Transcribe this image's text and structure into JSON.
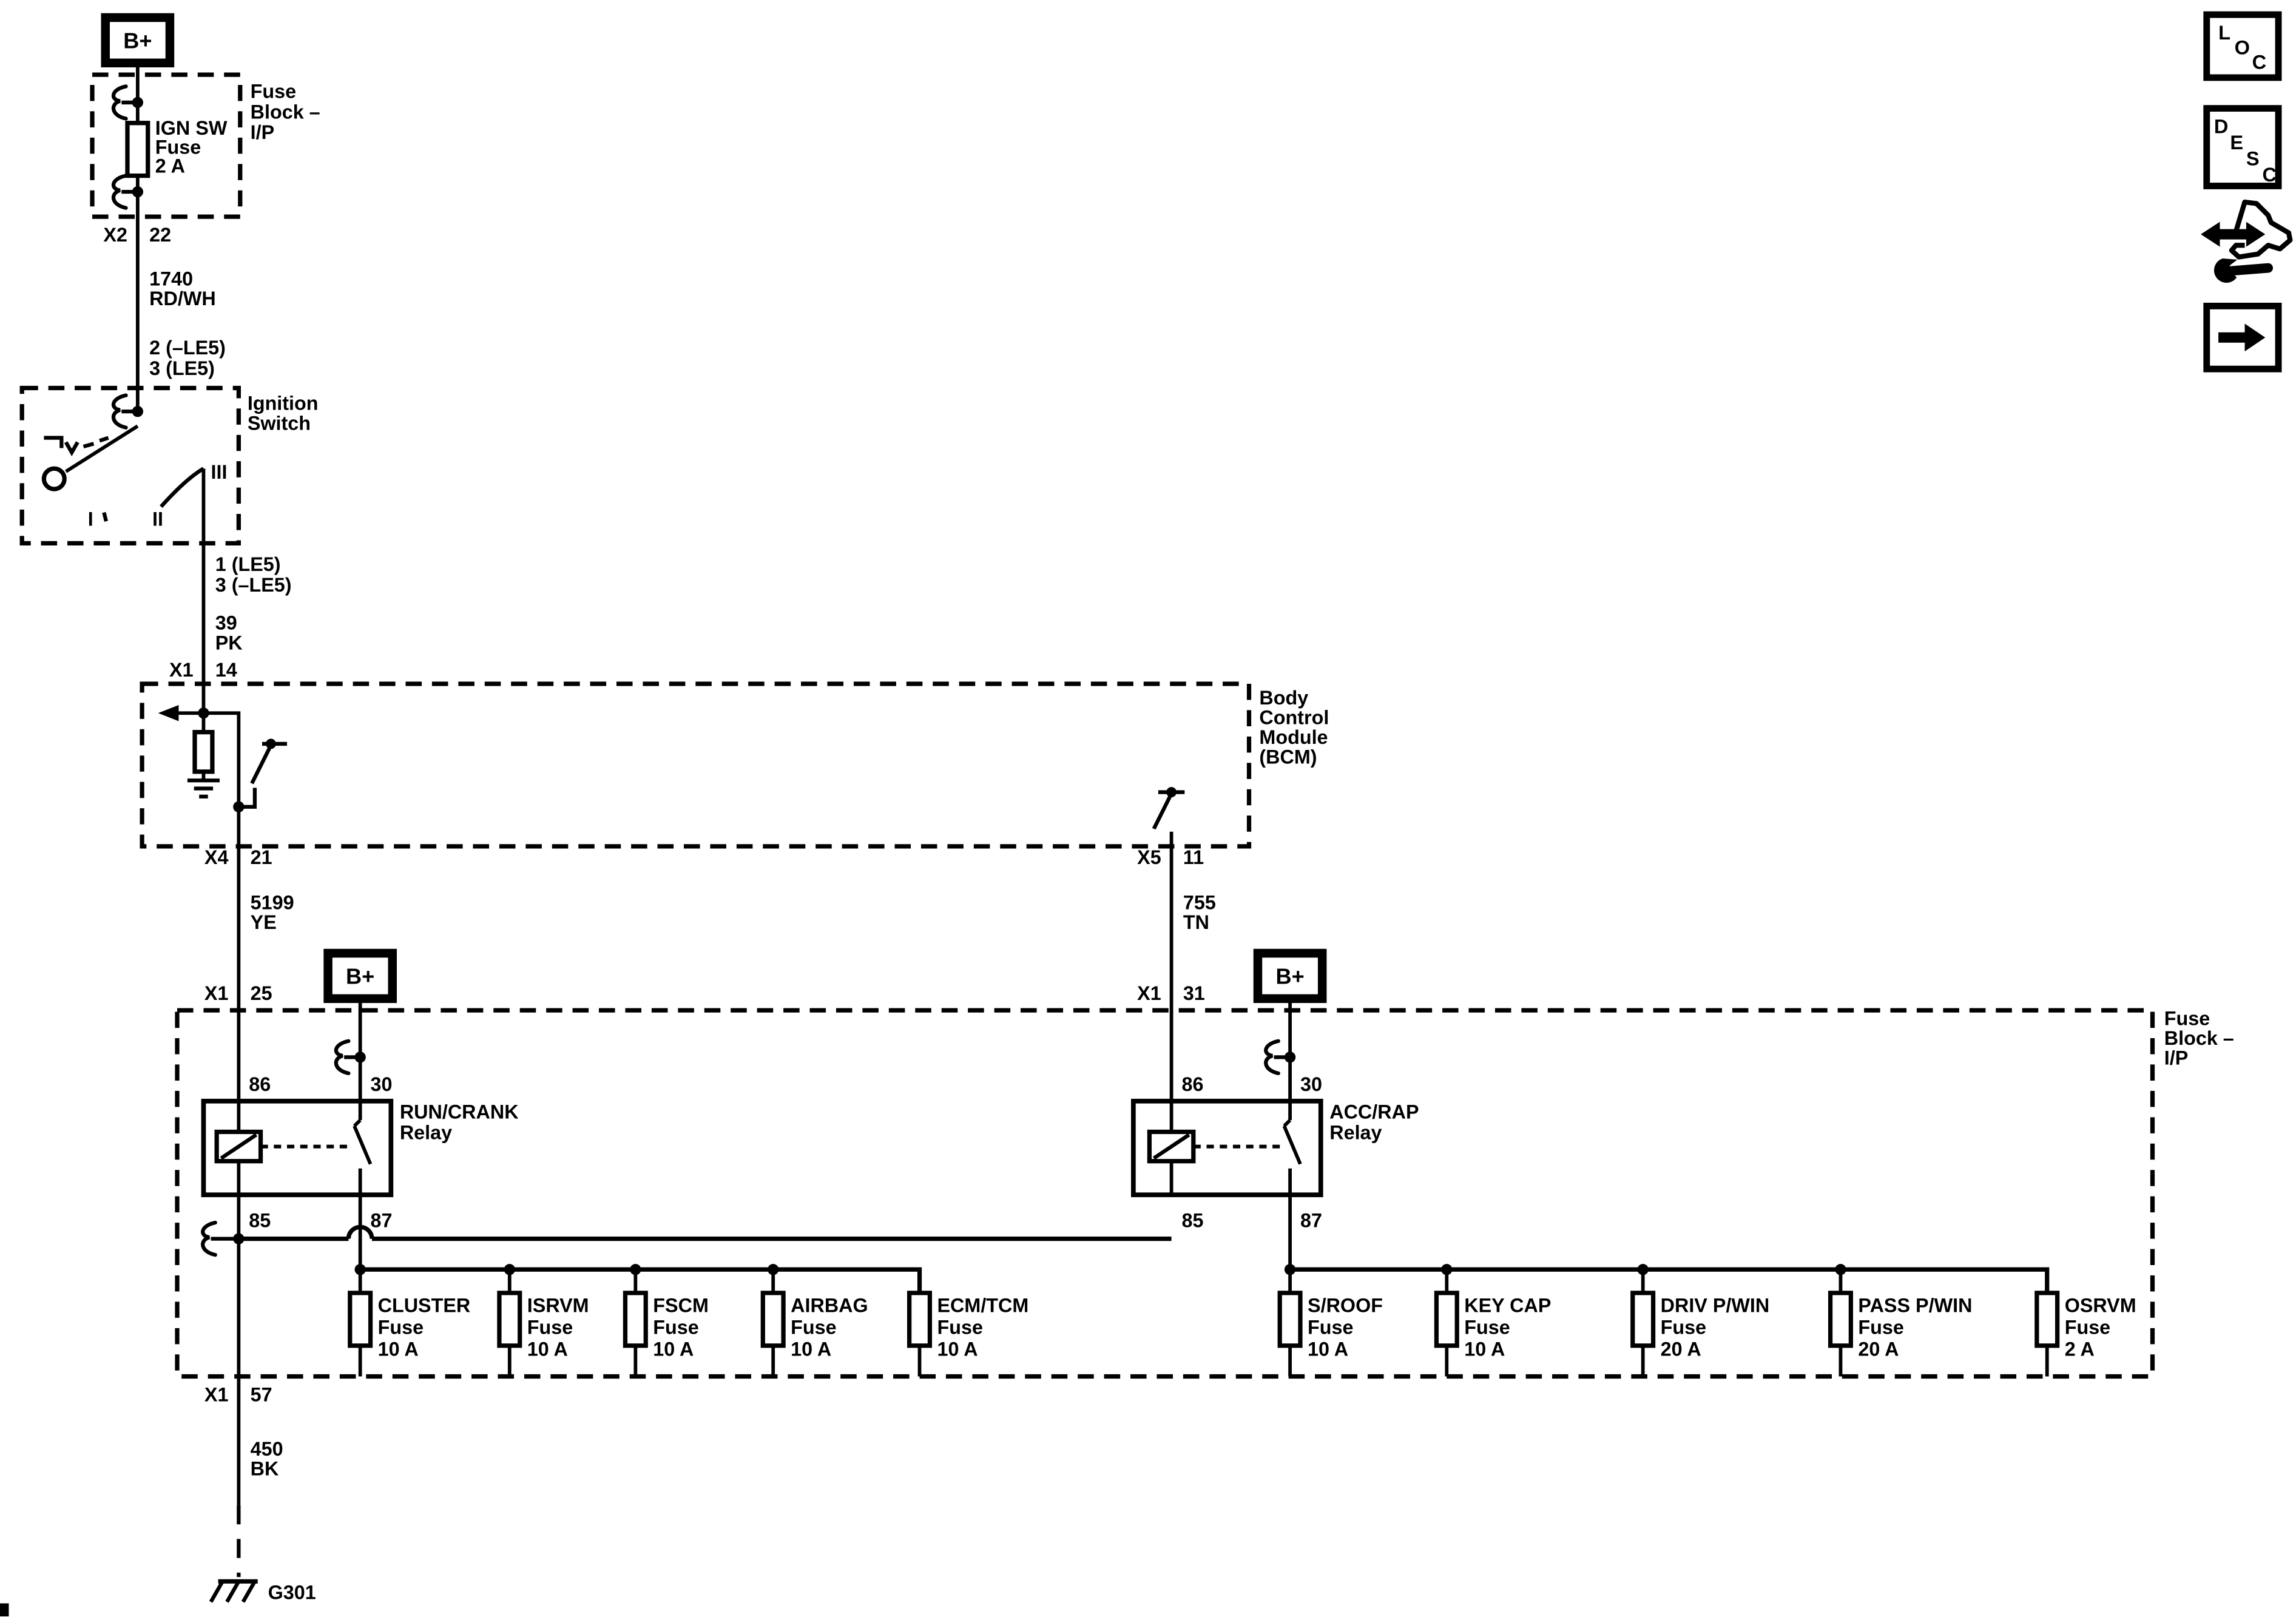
{
  "icons": {
    "loc": "LOC",
    "desc": "DESC"
  },
  "labels": {
    "b_plus": "B+",
    "fuse_block_ip": [
      "Fuse",
      "Block –",
      "I/P"
    ]
  },
  "fuse_block_top": {
    "fuse_name": "IGN SW",
    "fuse_word": "Fuse",
    "fuse_rating": "2 A",
    "connector": "X2",
    "pin": "22"
  },
  "wires": {
    "w1740": {
      "circuit": "1740",
      "color": "RD/WH"
    },
    "w39": {
      "circuit": "39",
      "color": "PK"
    },
    "w5199": {
      "circuit": "5199",
      "color": "YE"
    },
    "w755": {
      "circuit": "755",
      "color": "TN"
    },
    "w450": {
      "circuit": "450",
      "color": "BK"
    }
  },
  "notes": {
    "above_ign_1": "2 (–LE5)",
    "above_ign_2": "3 (LE5)",
    "below_ign_1": "1 (LE5)",
    "below_ign_2": "3 (–LE5)"
  },
  "ignition_switch": {
    "label": [
      "Ignition",
      "Switch"
    ],
    "pos1": "I",
    "pos2": "II",
    "pos3": "III"
  },
  "bcm": {
    "label": [
      "Body",
      "Control",
      "Module",
      "(BCM)"
    ],
    "conn_in": {
      "name": "X1",
      "pin": "14"
    },
    "conn_left": {
      "name": "X4",
      "pin": "21"
    },
    "conn_right": {
      "name": "X5",
      "pin": "11"
    }
  },
  "fuse_block_main": {
    "conn_left": {
      "name": "X1",
      "pin": "25"
    },
    "conn_right": {
      "name": "X1",
      "pin": "31"
    },
    "conn_gnd": {
      "name": "X1",
      "pin": "57"
    }
  },
  "relays": {
    "run_crank": {
      "name": "RUN/CRANK",
      "type": "Relay",
      "p86": "86",
      "p30": "30",
      "p85": "85",
      "p87": "87"
    },
    "acc_rap": {
      "name": "ACC/RAP",
      "type": "Relay",
      "p86": "86",
      "p30": "30",
      "p85": "85",
      "p87": "87"
    }
  },
  "left_fuses": [
    {
      "name": "CLUSTER",
      "word": "Fuse",
      "rating": "10 A"
    },
    {
      "name": "ISRVM",
      "word": "Fuse",
      "rating": "10 A"
    },
    {
      "name": "FSCM",
      "word": "Fuse",
      "rating": "10 A"
    },
    {
      "name": "AIRBAG",
      "word": "Fuse",
      "rating": "10 A"
    },
    {
      "name": "ECM/TCM",
      "word": "Fuse",
      "rating": "10 A"
    }
  ],
  "right_fuses": [
    {
      "name": "S/ROOF",
      "word": "Fuse",
      "rating": "10 A"
    },
    {
      "name": "KEY CAP",
      "word": "Fuse",
      "rating": "10 A"
    },
    {
      "name": "DRIV P/WIN",
      "word": "Fuse",
      "rating": "20 A"
    },
    {
      "name": "PASS P/WIN",
      "word": "Fuse",
      "rating": "20 A"
    },
    {
      "name": "OSRVM",
      "word": "Fuse",
      "rating": "2 A"
    }
  ],
  "ground": {
    "id": "G301"
  }
}
